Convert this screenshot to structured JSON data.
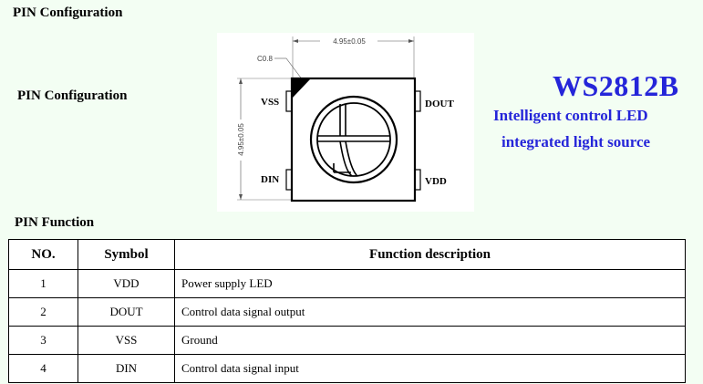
{
  "headings": {
    "top": "PIN Configuration",
    "side": "PIN Configuration",
    "function": "PIN Function"
  },
  "diagram": {
    "chamfer_label": "C0.8",
    "width_dim": "4.95±0.05",
    "height_dim": "4.95±0.05",
    "pins": {
      "top_left": "VSS",
      "top_right": "DOUT",
      "bottom_left": "DIN",
      "bottom_right": "VDD"
    }
  },
  "brand": {
    "title": "WS2812B",
    "subtitle_line1": "Intelligent control LED",
    "subtitle_line2": "integrated light source",
    "color": "#2525D9"
  },
  "table": {
    "headers": [
      "NO.",
      "Symbol",
      "Function description"
    ],
    "rows": [
      {
        "no": "1",
        "symbol": "VDD",
        "desc": "Power supply LED"
      },
      {
        "no": "2",
        "symbol": "DOUT",
        "desc": "Control data signal output"
      },
      {
        "no": "3",
        "symbol": "VSS",
        "desc": "Ground"
      },
      {
        "no": "4",
        "symbol": "DIN",
        "desc": "Control data signal input"
      }
    ]
  }
}
